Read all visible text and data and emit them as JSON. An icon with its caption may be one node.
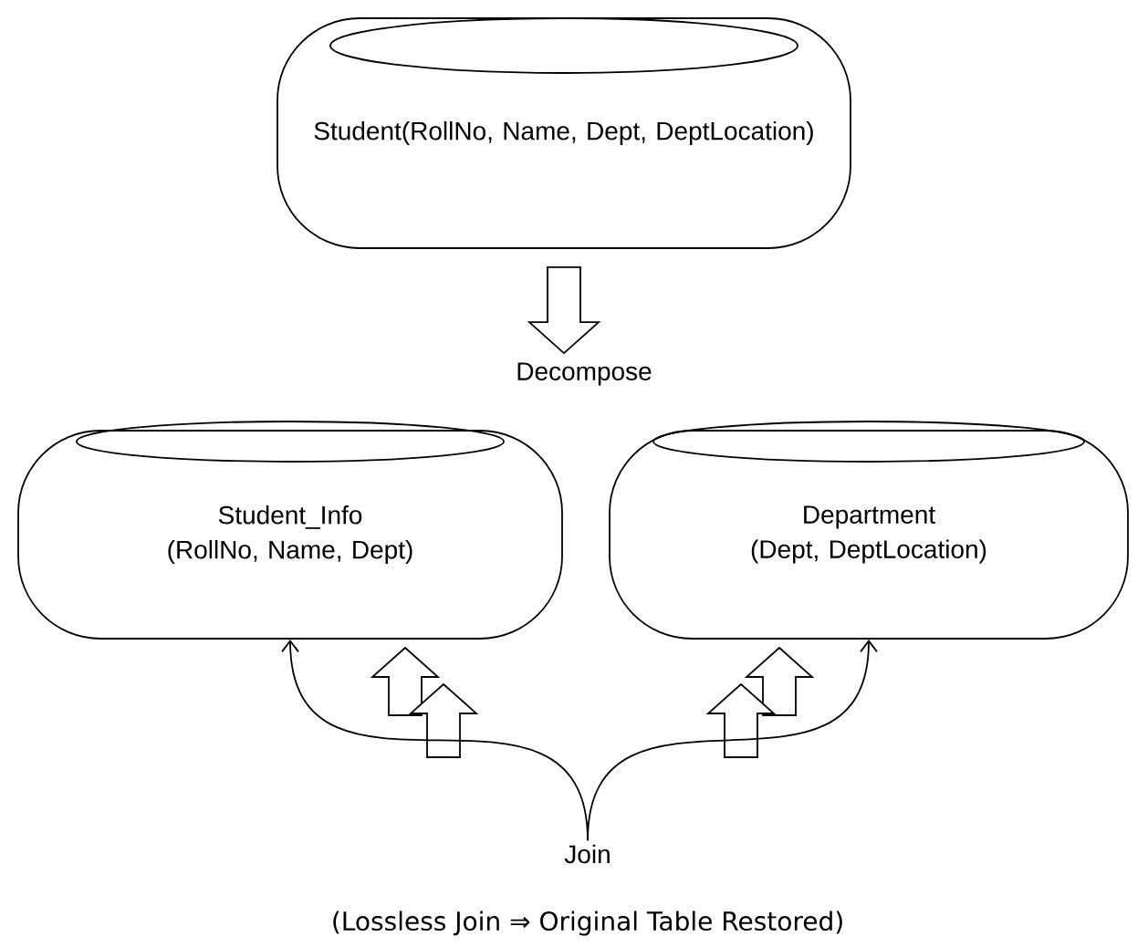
{
  "diagram": {
    "caption": "(Lossless Join ⇒ Original Table Restored)",
    "nodes": [
      {
        "text": [
          "Student(RollNo, Name, Dept, DeptLocation)"
        ]
      },
      {
        "text": [
          "Decompose"
        ]
      },
      {
        "text": [
          "Student_Info",
          "(RollNo, Name, Dept)"
        ]
      },
      {
        "text": [
          "Department",
          "(Dept, DeptLocation)"
        ]
      },
      {
        "text": [
          "Join"
        ]
      }
    ],
    "edges": [
      {
        "from": 0,
        "to": 1,
        "arrow": "to",
        "style": "thick"
      },
      {
        "from": 4,
        "to": 2,
        "arrow": "to"
      },
      {
        "from": 4,
        "to": 3,
        "arrow": "to"
      }
    ]
  }
}
